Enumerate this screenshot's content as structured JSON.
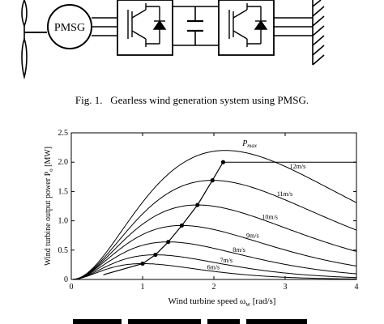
{
  "fig1": {
    "generator_label": "PMSG",
    "caption_number": "Fig. 1.",
    "caption_text": "Gearless wind generation system using PMSG."
  },
  "chart_data": {
    "type": "line",
    "xlabel": "Wind turbine speed ω",
    "xlabel_sub": "w",
    "xlabel_unit": " [rad/s]",
    "ylabel": "Wind turbine output power P",
    "ylabel_sub": "o",
    "ylabel_unit": " [MW]",
    "xlim": [
      0,
      4
    ],
    "ylim": [
      0,
      2.5
    ],
    "x_ticks": [
      "0",
      "1",
      "2",
      "3",
      "4"
    ],
    "y_ticks": [
      "0",
      "0.5",
      "1.0",
      "1.5",
      "2.0",
      "2.5"
    ],
    "pmax_label": "P",
    "pmax_sub": "max",
    "rated_power": 2.0,
    "series": [
      {
        "name": "6m/s",
        "wind": 6,
        "peak_x": 1.0,
        "peak_y": 0.27
      },
      {
        "name": "7m/s",
        "wind": 7,
        "peak_x": 1.18,
        "peak_y": 0.42
      },
      {
        "name": "8m/s",
        "wind": 8,
        "peak_x": 1.36,
        "peak_y": 0.64
      },
      {
        "name": "9m/s",
        "wind": 9,
        "peak_x": 1.55,
        "peak_y": 0.92
      },
      {
        "name": "10m/s",
        "wind": 10,
        "peak_x": 1.77,
        "peak_y": 1.27
      },
      {
        "name": "11m/s",
        "wind": 11,
        "peak_x": 1.98,
        "peak_y": 1.69
      },
      {
        "name": "12m/s",
        "wind": 12,
        "peak_x": 2.16,
        "peak_y": 2.2
      }
    ],
    "optimal_points": [
      {
        "x": 1.0,
        "y": 0.27
      },
      {
        "x": 1.18,
        "y": 0.42
      },
      {
        "x": 1.36,
        "y": 0.64
      },
      {
        "x": 1.55,
        "y": 0.92
      },
      {
        "x": 1.77,
        "y": 1.27
      },
      {
        "x": 1.98,
        "y": 1.69
      },
      {
        "x": 2.13,
        "y": 2.0
      }
    ],
    "legend": "inline-labels"
  }
}
